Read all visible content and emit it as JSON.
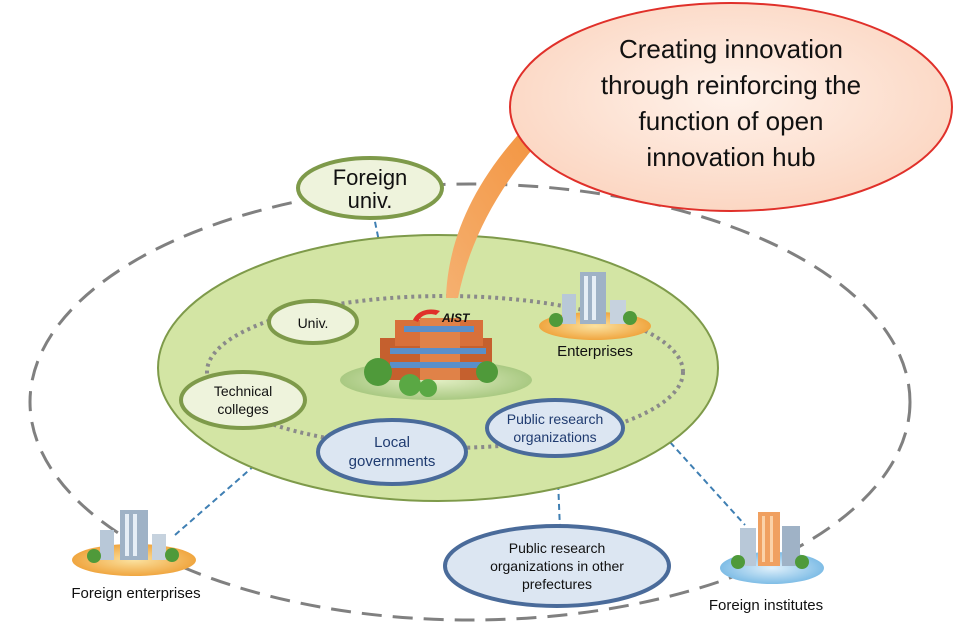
{
  "headline": {
    "lines": [
      "Creating innovation",
      "through reinforcing the",
      "function of open",
      "innovation hub"
    ]
  },
  "logo_text": "AIST",
  "nodes": {
    "foreign_univ": [
      "Foreign",
      "univ."
    ],
    "univ": [
      "Univ."
    ],
    "technical_colleges": [
      "Technical",
      "colleges"
    ],
    "local_governments": [
      "Local",
      "governments"
    ],
    "public_research": [
      "Public research",
      "organizations"
    ],
    "public_research_other": [
      "Public research",
      "organizations in other",
      "prefectures"
    ],
    "enterprises": "Enterprises",
    "foreign_enterprises": "Foreign enterprises",
    "foreign_institutes": "Foreign institutes"
  },
  "colors": {
    "inner_fill": "#d3e5a4",
    "inner_stroke": "#7e9a4a",
    "green_node_stroke": "#7e9a4a",
    "blue_node_stroke": "#4a6b9a",
    "headline_fill": "#fde3d4",
    "headline_stroke": "#e0302a",
    "arrow": "#f5a050",
    "dashed_outer": "#808080",
    "connector": "#3f7fb3"
  }
}
